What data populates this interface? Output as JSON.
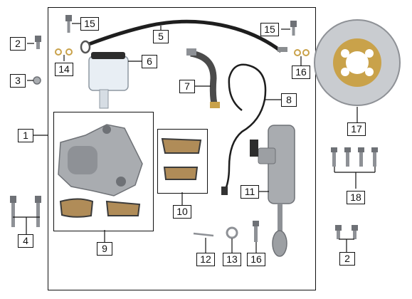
{
  "callouts": {
    "n1": "1",
    "n2a": "2",
    "n2b": "2",
    "n3": "3",
    "n4": "4",
    "n5": "5",
    "n6": "6",
    "n7": "7",
    "n8": "8",
    "n9": "9",
    "n10": "10",
    "n11": "11",
    "n12": "12",
    "n13": "13",
    "n14": "14",
    "n15a": "15",
    "n15b": "15",
    "n16a": "16",
    "n16b": "16",
    "n17": "17",
    "n18": "18"
  },
  "colors": {
    "line": "#111111",
    "metal": "#a9acb0",
    "metal_dark": "#6e7176",
    "pad": "#b08c58",
    "pad_dark": "#3b3b3b",
    "hose": "#1e1e1e",
    "rotor": "#c9ccd0",
    "rotor_gold": "#c9a24a",
    "reservoir": "#e8eef4"
  }
}
